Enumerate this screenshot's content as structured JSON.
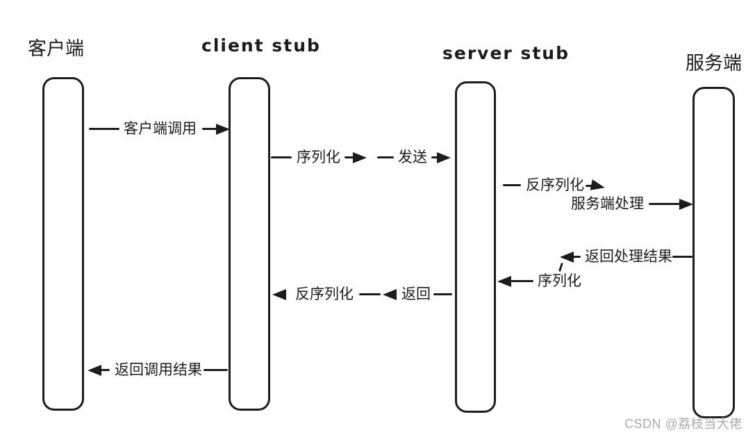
{
  "diagram": {
    "type": "sequence-diagram",
    "topic": "RPC call flow",
    "actors": [
      {
        "id": "client",
        "label": "客户端"
      },
      {
        "id": "client-stub",
        "label": "client stub"
      },
      {
        "id": "server-stub",
        "label": "server stub"
      },
      {
        "id": "server",
        "label": "服务端"
      }
    ],
    "messages": [
      {
        "id": "client-call",
        "label": "客户端调用",
        "direction": "right",
        "from": "client",
        "to": "client-stub"
      },
      {
        "id": "serialize",
        "label": "序列化",
        "direction": "right",
        "from": "client-stub",
        "to": "server-stub"
      },
      {
        "id": "send",
        "label": "发送",
        "direction": "right",
        "from": "client-stub",
        "to": "server-stub"
      },
      {
        "id": "deserialize",
        "label": "反序列化",
        "direction": "right",
        "from": "server-stub",
        "to": "server"
      },
      {
        "id": "server-process",
        "label": "服务端处理",
        "direction": "right",
        "from": "server-stub",
        "to": "server"
      },
      {
        "id": "return-process-result",
        "label": "返回处理结果",
        "direction": "left",
        "from": "server",
        "to": "server-stub"
      },
      {
        "id": "serialize-back",
        "label": "序列化",
        "direction": "left",
        "from": "server",
        "to": "server-stub"
      },
      {
        "id": "deserialize-back",
        "label": "反序列化",
        "direction": "left",
        "from": "server-stub",
        "to": "client-stub"
      },
      {
        "id": "return",
        "label": "返回",
        "direction": "left",
        "from": "server-stub",
        "to": "client-stub"
      },
      {
        "id": "return-call-result",
        "label": "返回调用结果",
        "direction": "left",
        "from": "client-stub",
        "to": "client"
      }
    ],
    "watermark": "CSDN @荔枝当大佬",
    "colors": {
      "ink": "#1c1c1c",
      "background": "#ffffff",
      "watermark": "#a9a9a9"
    }
  }
}
